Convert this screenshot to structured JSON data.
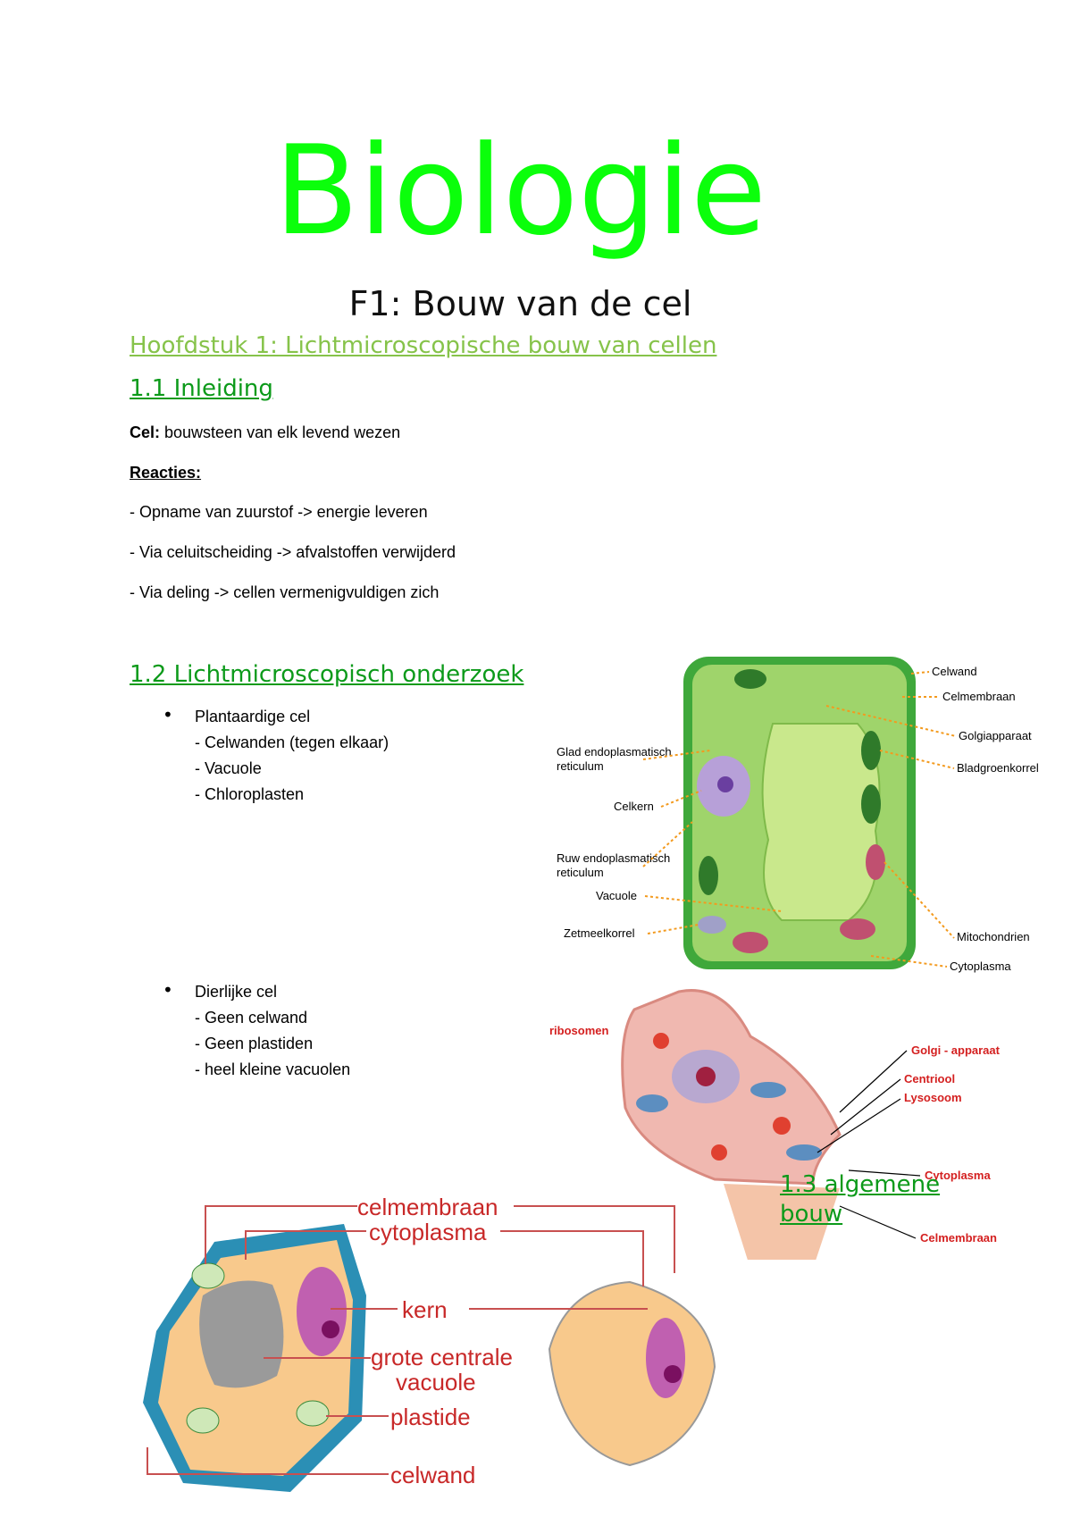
{
  "title": "Biologie",
  "subtitle": "F1: Bouw van de cel",
  "chapter": "Hoofdstuk 1: Lichtmicroscopische bouw van cellen",
  "section_1_1": {
    "heading": "1.1 Inleiding ",
    "cel_term": "Cel:",
    "cel_def": " bouwsteen van elk levend wezen",
    "reacties_label": "Reacties:",
    "items": [
      "- Opname van zuurstof -> energie leveren",
      "- Via celuitscheiding -> afvalstoffen verwijderd",
      "- Via deling -> cellen vermenigvuldigen zich"
    ]
  },
  "section_1_2": {
    "heading": "1.2 Lichtmicroscopisch onderzoek",
    "plant": {
      "label": "Plantaardige cel",
      "items": [
        "- Celwanden (tegen elkaar)",
        "- Vacuole",
        "- Chloroplasten"
      ]
    },
    "animal": {
      "label": "Dierlijke cel",
      "items": [
        "- Geen celwand",
        "- Geen plastiden",
        "- heel kleine vacuolen"
      ]
    }
  },
  "section_1_3": {
    "heading_line1": "1.3 algemene",
    "heading_line2": "bouw"
  },
  "plant_cell_figure": {
    "labels_right": [
      "Celwand",
      "Celmembraan",
      "Golgiapparaat",
      "Bladgroenkorrel",
      "Mitochondrien",
      "Cytoplasma"
    ],
    "labels_left": [
      "Glad endoplasmatisch",
      "reticulum",
      "Celkern",
      "Ruw endoplasmatisch",
      "reticulum",
      "Vacuole",
      "Zetmeelkorrel"
    ]
  },
  "animal_cell_figure": {
    "labels_left": [
      "ribosomen"
    ],
    "labels_right": [
      "Golgi - apparaat",
      "Centriool",
      "Lysosoom",
      "Cytoplasma",
      "Celmembraan"
    ]
  },
  "comparison_figure": {
    "labels": [
      "celmembraan",
      "cytoplasma",
      "kern",
      "grote centrale",
      "vacuole",
      "plastide",
      "celwand"
    ]
  },
  "colors": {
    "title": "#0bff0b",
    "chapter": "#86c34a",
    "heading": "#0c9a1a",
    "label_red": "#d42020"
  }
}
